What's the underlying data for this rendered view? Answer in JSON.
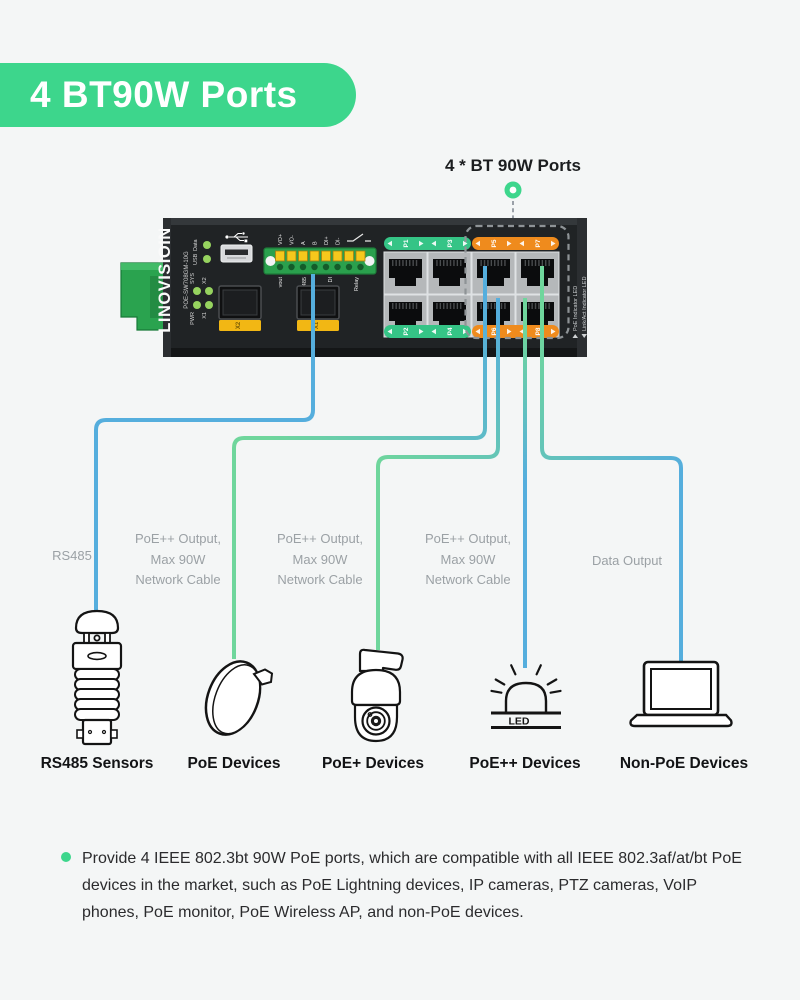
{
  "banner": {
    "title": "4 BT90W Ports"
  },
  "pointer": {
    "label": "4 * BT 90W Ports"
  },
  "switch": {
    "brand": "LINOVISIOIN",
    "model": "POE-SW708GM-10G",
    "led_labels": {
      "data": "Data",
      "usb": "USB",
      "sys": "SYS",
      "x2": "X2",
      "pwr": "PWR",
      "x1": "X1"
    },
    "terminal": {
      "top": [
        "VO+",
        "VO-",
        "A",
        "B",
        "DI+",
        "DI-"
      ],
      "bottom": [
        "vout",
        "RS485",
        "DI",
        "Relay"
      ]
    },
    "sfp_labels": [
      "X2",
      "X1"
    ],
    "port_labels_top": [
      "P1",
      "P3",
      "P5",
      "P7"
    ],
    "port_labels_bottom": [
      "P2",
      "P4",
      "P6",
      "P8"
    ],
    "legend": [
      "PoE Indicator LED",
      "Link/Act Indicator LED"
    ]
  },
  "cables": {
    "rs485": "RS485",
    "poe_output_lines": [
      "PoE++ Output,",
      "Max 90W",
      "Network Cable"
    ],
    "data_output": "Data Output"
  },
  "devices": {
    "labels": [
      "RS485 Sensors",
      "PoE Devices",
      "PoE+ Devices",
      "PoE++ Devices",
      "Non-PoE Devices"
    ],
    "led_badge": "LED"
  },
  "footer": {
    "text": "Provide 4 IEEE 802.3bt 90W PoE ports, which are compatible with all IEEE  802.3af/at/bt PoE devices in the market, such as PoE Lightning devices, IP cameras, PTZ cameras, VoIP phones, PoE monitor, PoE Wireless AP, and non-PoE devices."
  },
  "colors": {
    "accent_green": "#3dd68c",
    "cable_blue": "#55aedd",
    "cable_green": "#6fd69c",
    "port_label_orange": "#ef8b1d",
    "port_label_green": "#35c486"
  }
}
